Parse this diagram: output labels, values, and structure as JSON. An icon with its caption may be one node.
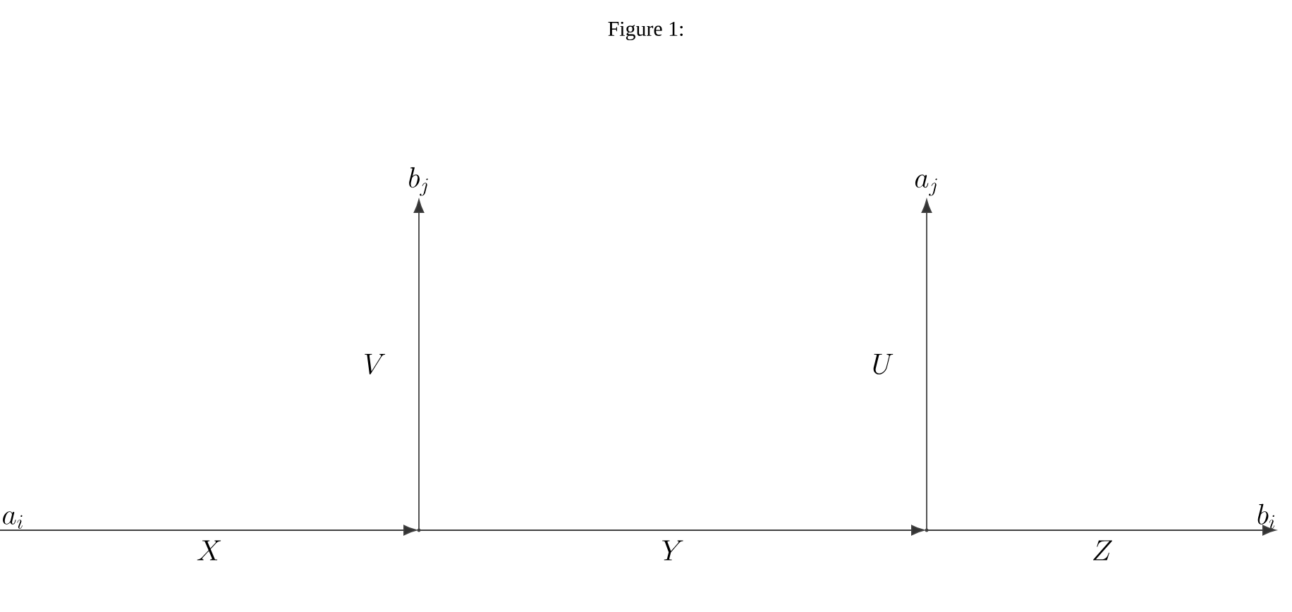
{
  "diagram": {
    "title": "Figure 1:",
    "nodes": [
      {
        "text": [
          "a_i"
        ]
      },
      {
        "text": [],
        "shape": "dot"
      },
      {
        "text": [
          "b_j"
        ]
      },
      {
        "text": [],
        "shape": "dot"
      },
      {
        "text": [
          "a_j"
        ]
      },
      {
        "text": [
          "b_i"
        ]
      }
    ],
    "edges": [
      {
        "from": 0,
        "to": 1,
        "arrow": "to",
        "label": "X"
      },
      {
        "from": 1,
        "to": 2,
        "arrow": "to",
        "label": "V"
      },
      {
        "from": 1,
        "to": 3,
        "arrow": "to",
        "label": "Y"
      },
      {
        "from": 3,
        "to": 4,
        "arrow": "to",
        "label": "U"
      },
      {
        "from": 3,
        "to": 5,
        "arrow": "to",
        "label": "Z"
      }
    ]
  }
}
